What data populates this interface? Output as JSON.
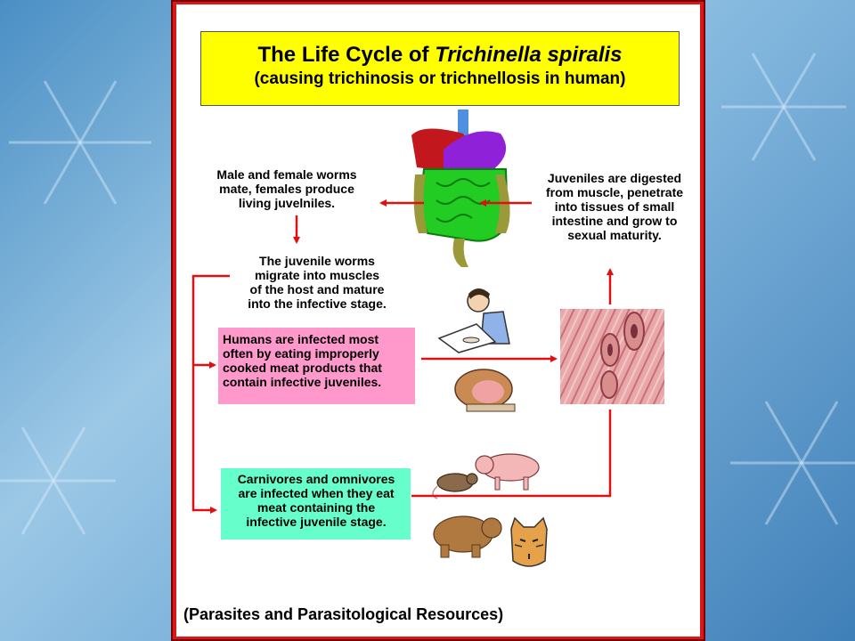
{
  "title": {
    "prefix": "The Life Cycle of ",
    "species": "Trichinella spiralis",
    "subtitle": "(causing trichinosis or trichnellosis in human)"
  },
  "steps": {
    "mate": [
      "Male and female worms",
      "mate, females produce",
      "living juvelniles."
    ],
    "digest": [
      "Juveniles are digested",
      "from muscle, penetrate",
      "into tissues of small",
      "intestine and grow to",
      "sexual maturity."
    ],
    "migrate": [
      "The juvenile worms",
      "migrate into muscles",
      "of the host and mature",
      "into the infective stage."
    ],
    "humans": [
      "Humans are infected most",
      "often by eating improperly",
      "cooked meat products that",
      "contain infective juveniles."
    ],
    "carnivores": [
      "Carnivores and omnivores",
      "are infected when they eat",
      "meat containing the",
      "infective juvenile stage."
    ]
  },
  "source": "(Parasites and Parasitological Resources)",
  "colors": {
    "frame": "#d81818",
    "arrow": "#e01010",
    "title_box": "#ffff00",
    "humans_box": "#ff99cc",
    "carnivores_box": "#66ffcc"
  },
  "icons": [
    "digestive-system-icon",
    "muscle-tissue-icon",
    "man-eating-icon",
    "ham-icon",
    "rat-icon",
    "pig-icon",
    "bear-icon",
    "wildcat-icon"
  ]
}
